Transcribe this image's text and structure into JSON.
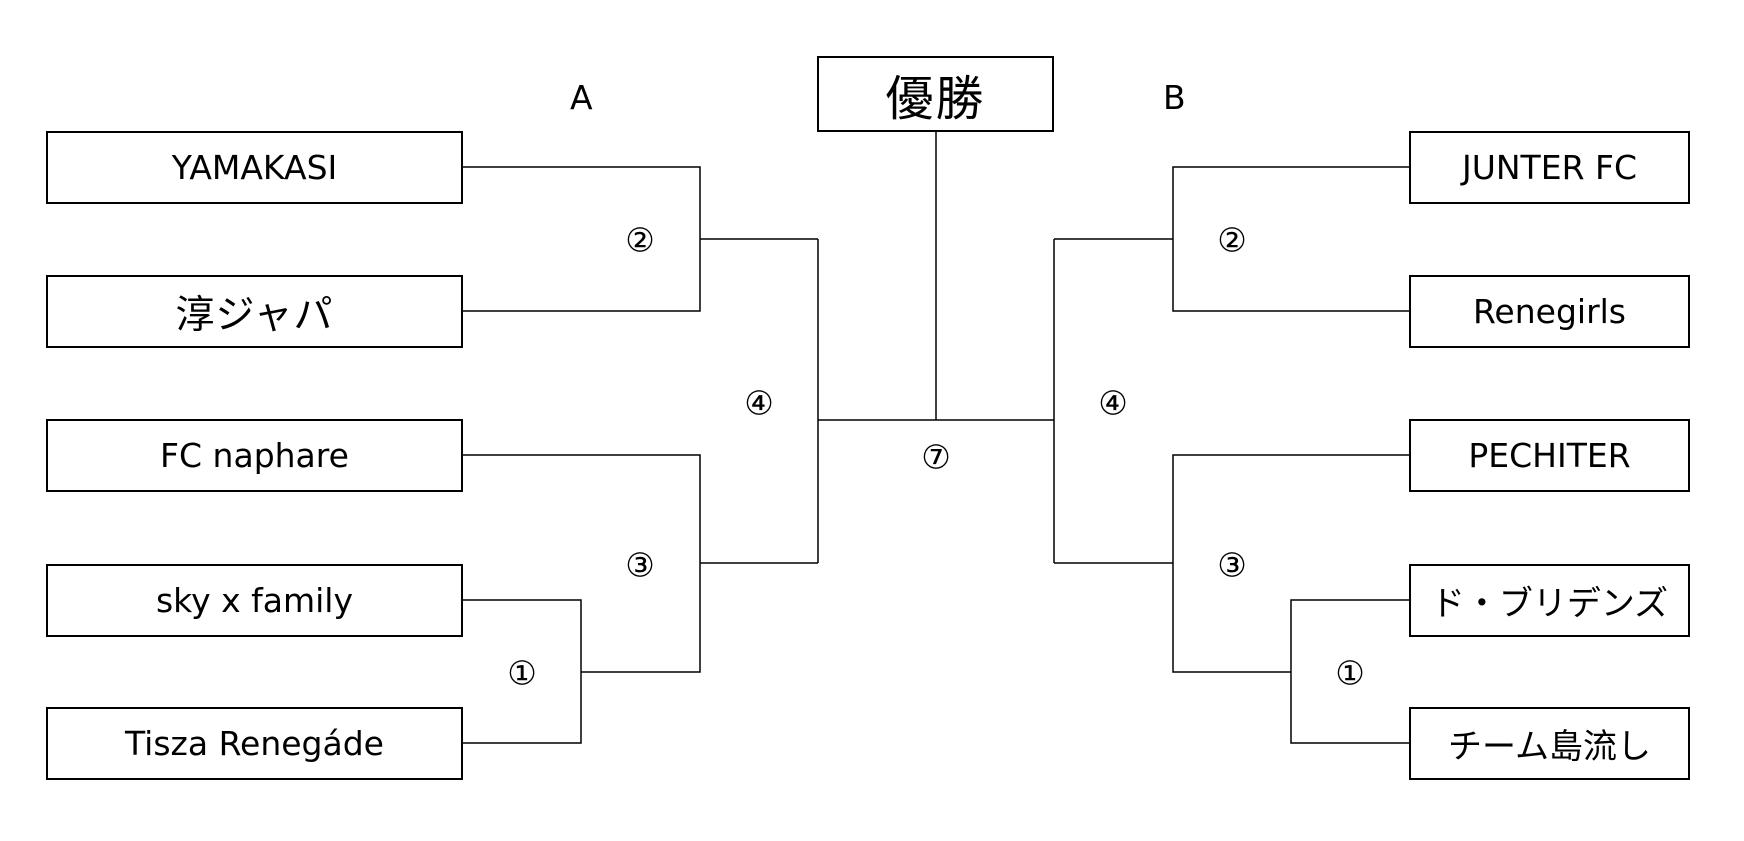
{
  "champion_label": "優勝",
  "groups": {
    "a": "A",
    "b": "B"
  },
  "teams": {
    "left": [
      "YAMAKASI",
      "淳ジャパ",
      "FC naphare",
      "sky x family",
      "Tisza Renegáde"
    ],
    "right": [
      "JUNTER FC",
      "Renegirls",
      "PECHITER",
      "ド・ブリデンズ",
      "チーム島流し"
    ]
  },
  "matches": {
    "left": [
      "②",
      "④",
      "③",
      "①"
    ],
    "right": [
      "②",
      "④",
      "③",
      "①"
    ],
    "final": "⑦"
  }
}
